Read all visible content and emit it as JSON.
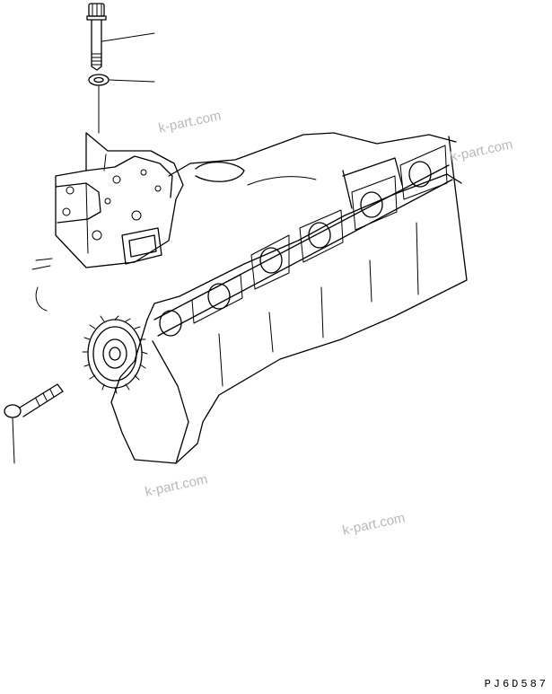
{
  "watermarks": [
    "k-part.com",
    "k-part.com",
    "k-part.com",
    "k-part.com"
  ],
  "drawing_code": "PJ6D587"
}
